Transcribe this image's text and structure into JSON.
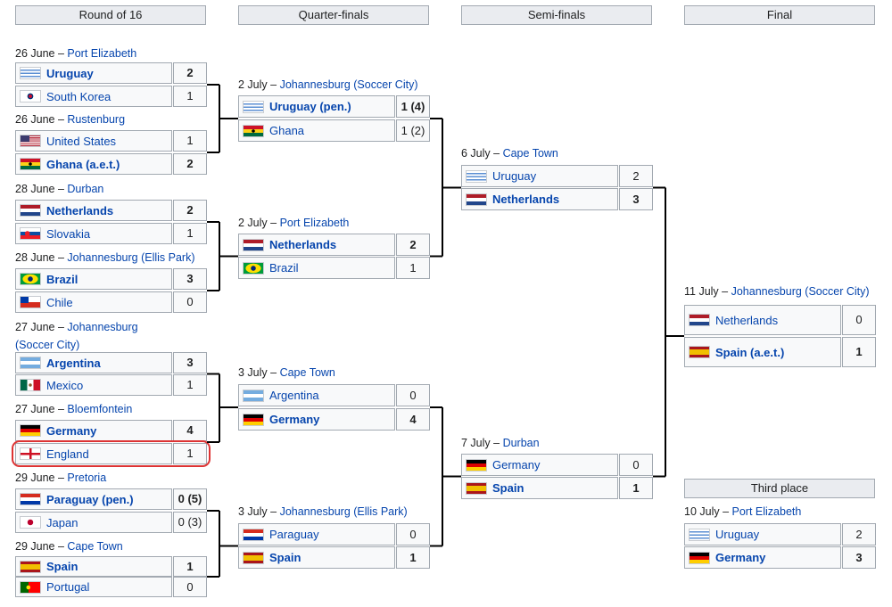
{
  "headers": [
    "Round of 16",
    "Quarter-finals",
    "Semi-finals",
    "Final",
    "Third place"
  ],
  "colors": {
    "link": "#0645ad",
    "highlight": "#d33",
    "header_bg": "#eaecf0",
    "cell_bg": "#f8f9fa",
    "border": "#a2a9b1"
  },
  "matches": [
    {
      "round": "r16",
      "date": "26 June",
      "venue": "Port Elizabeth",
      "teams": [
        {
          "name": "Uruguay",
          "flag": "uruguay-flag",
          "score": "2",
          "win": true
        },
        {
          "name": "South Korea",
          "flag": "south-korea-flag",
          "score": "1",
          "win": false
        }
      ]
    },
    {
      "round": "r16",
      "date": "26 June",
      "venue": "Rustenburg",
      "teams": [
        {
          "name": "United States",
          "flag": "united-states-flag",
          "score": "1",
          "win": false
        },
        {
          "name": "Ghana (a.e.t.)",
          "flag": "ghana-flag",
          "score": "2",
          "win": true
        }
      ]
    },
    {
      "round": "r16",
      "date": "28 June",
      "venue": "Durban",
      "teams": [
        {
          "name": "Netherlands",
          "flag": "netherlands-flag",
          "score": "2",
          "win": true
        },
        {
          "name": "Slovakia",
          "flag": "slovakia-flag",
          "score": "1",
          "win": false
        }
      ]
    },
    {
      "round": "r16",
      "date": "28 June",
      "venue": "Johannesburg (Ellis Park)",
      "teams": [
        {
          "name": "Brazil",
          "flag": "brazil-flag",
          "score": "3",
          "win": true
        },
        {
          "name": "Chile",
          "flag": "chile-flag",
          "score": "0",
          "win": false
        }
      ]
    },
    {
      "round": "r16",
      "date": "27 June",
      "venue": "Johannesburg (Soccer City)",
      "teams": [
        {
          "name": "Argentina",
          "flag": "argentina-flag",
          "score": "3",
          "win": true
        },
        {
          "name": "Mexico",
          "flag": "mexico-flag",
          "score": "1",
          "win": false
        }
      ]
    },
    {
      "round": "r16",
      "date": "27 June",
      "venue": "Bloemfontein",
      "teams": [
        {
          "name": "Germany",
          "flag": "germany-flag",
          "score": "4",
          "win": true
        },
        {
          "name": "England",
          "flag": "england-flag",
          "score": "1",
          "win": false
        }
      ]
    },
    {
      "round": "r16",
      "date": "29 June",
      "venue": "Pretoria",
      "teams": [
        {
          "name": "Paraguay (pen.)",
          "flag": "paraguay-flag",
          "score": "0 (5)",
          "win": true
        },
        {
          "name": "Japan",
          "flag": "japan-flag",
          "score": "0 (3)",
          "win": false
        }
      ]
    },
    {
      "round": "r16",
      "date": "29 June",
      "venue": "Cape Town",
      "teams": [
        {
          "name": "Spain",
          "flag": "spain-flag",
          "score": "1",
          "win": true
        },
        {
          "name": "Portugal",
          "flag": "portugal-flag",
          "score": "0",
          "win": false
        }
      ]
    },
    {
      "round": "qf",
      "date": "2 July",
      "venue": "Johannesburg (Soccer City)",
      "teams": [
        {
          "name": "Uruguay (pen.)",
          "flag": "uruguay-flag",
          "score": "1 (4)",
          "win": true
        },
        {
          "name": "Ghana",
          "flag": "ghana-flag",
          "score": "1 (2)",
          "win": false
        }
      ]
    },
    {
      "round": "qf",
      "date": "2 July",
      "venue": "Port Elizabeth",
      "teams": [
        {
          "name": "Netherlands",
          "flag": "netherlands-flag",
          "score": "2",
          "win": true
        },
        {
          "name": "Brazil",
          "flag": "brazil-flag",
          "score": "1",
          "win": false
        }
      ]
    },
    {
      "round": "qf",
      "date": "3 July",
      "venue": "Cape Town",
      "teams": [
        {
          "name": "Argentina",
          "flag": "argentina-flag",
          "score": "0",
          "win": false
        },
        {
          "name": "Germany",
          "flag": "germany-flag",
          "score": "4",
          "win": true
        }
      ]
    },
    {
      "round": "qf",
      "date": "3 July",
      "venue": "Johannesburg (Ellis Park)",
      "teams": [
        {
          "name": "Paraguay",
          "flag": "paraguay-flag",
          "score": "0",
          "win": false
        },
        {
          "name": "Spain",
          "flag": "spain-flag",
          "score": "1",
          "win": true
        }
      ]
    },
    {
      "round": "sf",
      "date": "6 July",
      "venue": "Cape Town",
      "teams": [
        {
          "name": "Uruguay",
          "flag": "uruguay-flag",
          "score": "2",
          "win": false
        },
        {
          "name": "Netherlands",
          "flag": "netherlands-flag",
          "score": "3",
          "win": true
        }
      ]
    },
    {
      "round": "sf",
      "date": "7 July",
      "venue": "Durban",
      "teams": [
        {
          "name": "Germany",
          "flag": "germany-flag",
          "score": "0",
          "win": false
        },
        {
          "name": "Spain",
          "flag": "spain-flag",
          "score": "1",
          "win": true
        }
      ]
    },
    {
      "round": "final",
      "date": "11 July",
      "venue": "Johannesburg (Soccer City)",
      "teams": [
        {
          "name": "Netherlands",
          "flag": "netherlands-flag",
          "score": "0",
          "win": false
        },
        {
          "name": "Spain (a.e.t.)",
          "flag": "spain-flag",
          "score": "1",
          "win": true
        }
      ]
    },
    {
      "round": "third",
      "date": "10 July",
      "venue": "Port Elizabeth",
      "teams": [
        {
          "name": "Uruguay",
          "flag": "uruguay-flag",
          "score": "2",
          "win": false
        },
        {
          "name": "Germany",
          "flag": "germany-flag",
          "score": "3",
          "win": true
        }
      ]
    }
  ],
  "highlighted": {
    "match": 5,
    "team": 1
  }
}
